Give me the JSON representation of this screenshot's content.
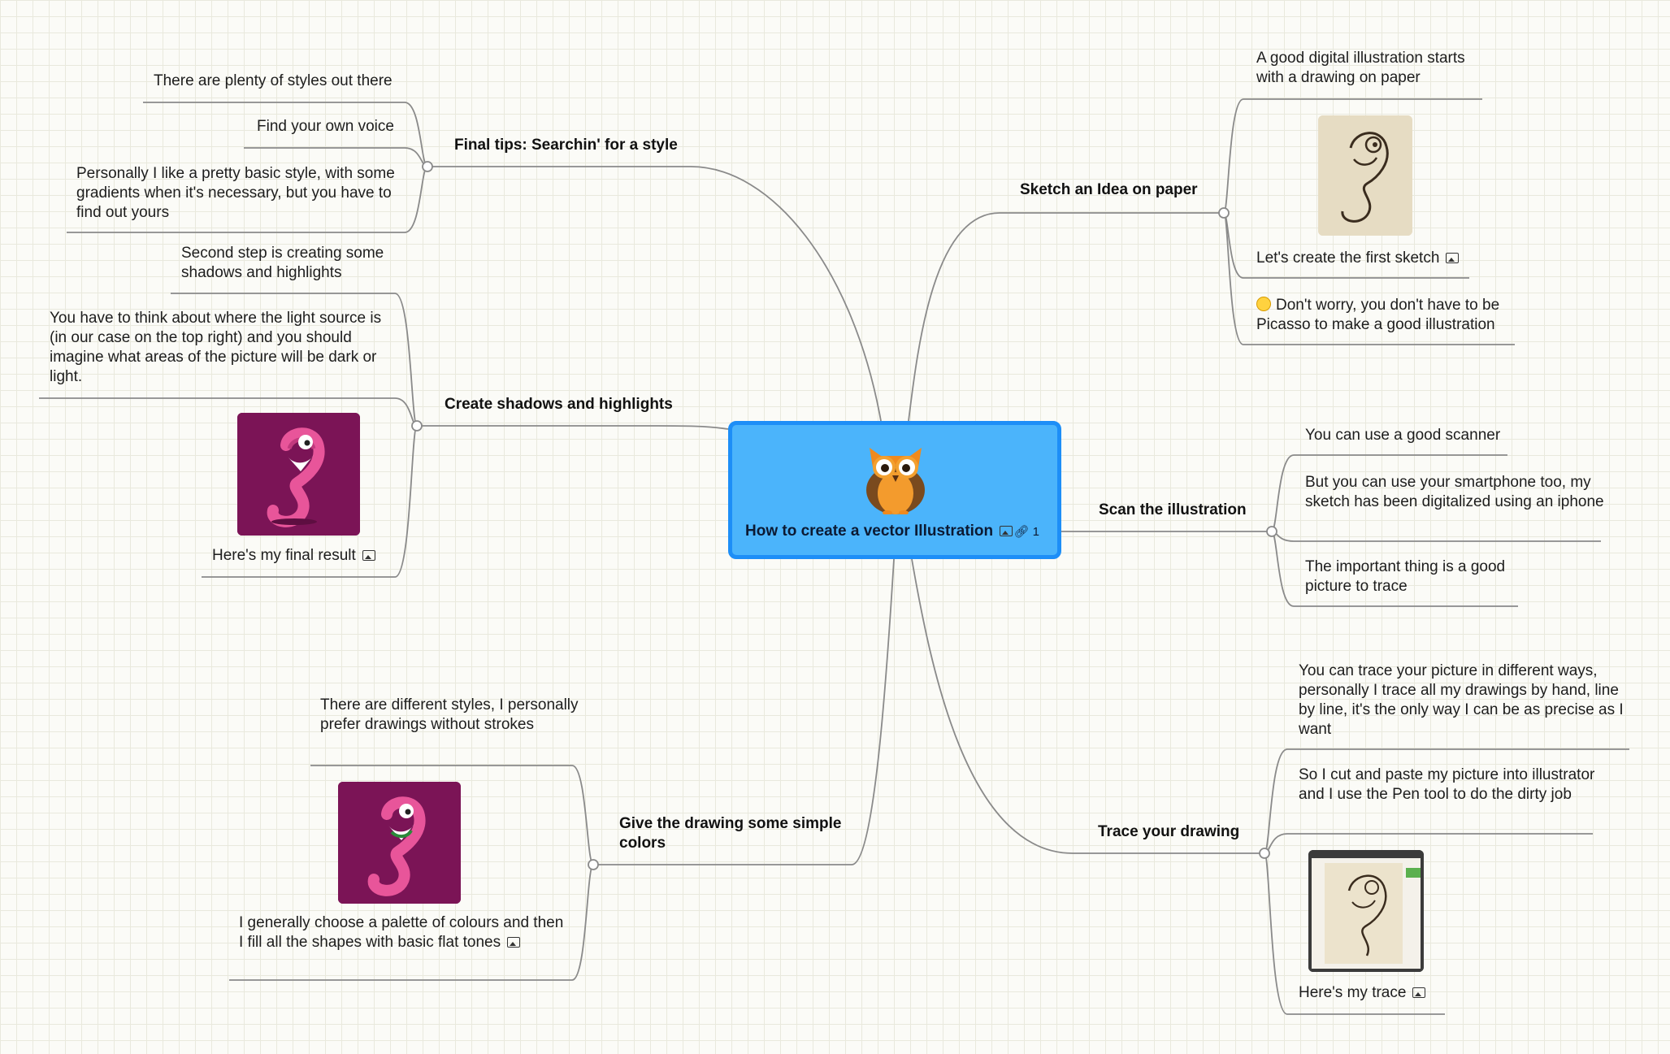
{
  "central": {
    "title": "How to create a vector Illustration",
    "attachments_count": "1",
    "icon": "owl-icon",
    "color": "#4bb4fb",
    "border_color": "#1d8ef7"
  },
  "branches": {
    "sketch": {
      "label": "Sketch an Idea on paper",
      "items": [
        "A good digital illustration starts with a drawing on paper",
        "Let's create the first sketch",
        "Don't worry, you don't have to be Picasso to make a good illustration"
      ]
    },
    "scan": {
      "label": "Scan the illustration",
      "items": [
        "You can use a good scanner",
        "But you can use your smartphone too, my sketch has been digitalized using an iphone",
        "The important thing is a good picture to trace"
      ]
    },
    "trace": {
      "label": "Trace your drawing",
      "items": [
        "You can trace your picture in different ways, personally I trace all my drawings by hand, line by line, it's the only way I can be as precise as I want",
        "So I cut and paste my picture into illustrator and I use the Pen tool to do the dirty job",
        "Here's my trace"
      ]
    },
    "colors": {
      "label": "Give the drawing some simple colors",
      "items": [
        "There are different styles, I personally prefer drawings without strokes",
        "I generally choose a palette of colours and then I fill all the shapes with basic flat tones"
      ]
    },
    "shadows": {
      "label": "Create shadows and highlights",
      "items": [
        "Second step is creating some shadows and highlights",
        "You have to think about where the light source is (in our case on the top right) and you should imagine what areas of the picture will be dark or light.",
        "Here's my final result"
      ]
    },
    "style": {
      "label": "Final tips: Searchin' for a style",
      "items": [
        "There are plenty of styles out there",
        "Find your own voice",
        "Personally I like a pretty basic style, with some gradients when it's necessary, but you have to find out yours"
      ]
    }
  },
  "colors": {
    "connector": "#8a8a8a",
    "character_bg": "#7b1456",
    "character_pink": "#e8559a",
    "sketch_bg": "#e6dcc3"
  }
}
